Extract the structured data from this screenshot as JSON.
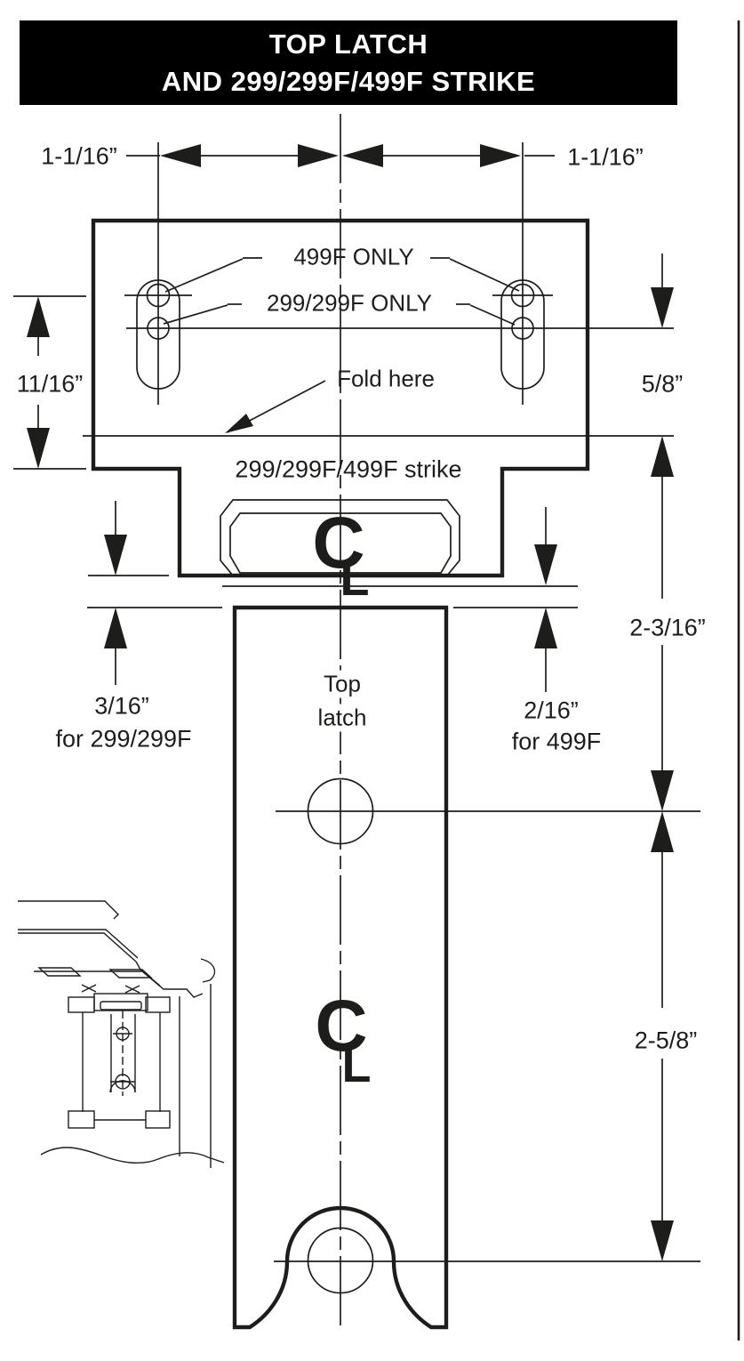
{
  "banner": {
    "line1": "TOP LATCH",
    "line2": "AND 299/299F/499F STRIKE"
  },
  "labels": {
    "spacing_left": "1-1/16”",
    "spacing_right": "1-1/16”",
    "only_499f": "499F ONLY",
    "only_299f": "299/299F ONLY",
    "height_11_16": "11/16”",
    "fold_here": "Fold here",
    "gap_5_8": "5/8”",
    "strike_name": "299/299F/499F strike",
    "top_latch_line1": "Top",
    "top_latch_line2": "latch",
    "gap_3_16": "3/16”",
    "gap_3_16_note": "for 299/299F",
    "gap_2_16": "2/16”",
    "gap_2_16_note": "for 499F",
    "dist_2_3_16": "2-3/16”",
    "dist_2_5_8": "2-5/8”"
  },
  "centerline_symbol": {
    "c": "C",
    "l": "L"
  },
  "colors": {
    "ink": "#1d1d1b",
    "background": "#ffffff",
    "banner_bg": "#000000",
    "banner_text": "#ffffff"
  }
}
